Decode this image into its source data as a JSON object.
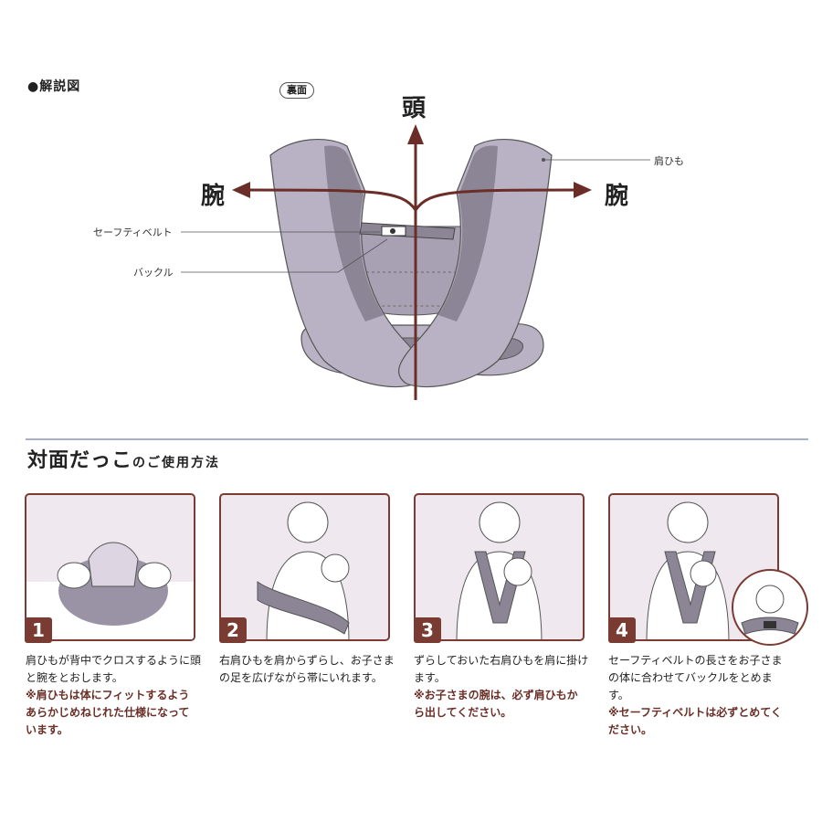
{
  "header": {
    "section_label": "●解説図",
    "side_badge": "裏面"
  },
  "diagram": {
    "head_label": "頭",
    "arm_left_label": "腕",
    "arm_right_label": "腕",
    "shoulder_strap_label": "肩ひも",
    "safety_belt_label": "セーフティベルト",
    "buckle_label": "バックル",
    "colors": {
      "strap_fill": "#b9b2c4",
      "strap_dark": "#8c8595",
      "arrow": "#6b2d27"
    }
  },
  "instructions": {
    "title": "対面だっこ",
    "subtitle": "のご使用方法",
    "steps": [
      {
        "num": "1",
        "text": "肩ひもが背中でクロスするように頭と腕をとおします。",
        "note": "※肩ひもは体にフィットするようあらかじめねじれた仕様になっています。"
      },
      {
        "num": "2",
        "text": "右肩ひもを肩からずらし、お子さまの足を広げながら帯にいれます。",
        "note": ""
      },
      {
        "num": "3",
        "text": "ずらしておいた右肩ひもを肩に掛けます。",
        "note": "※お子さまの腕は、必ず肩ひもから出してください。"
      },
      {
        "num": "4",
        "text": "セーフティベルトの長さをお子さまの体に合わせてバックルをとめます。",
        "note": "※セーフティベルトは必ずとめてください。"
      }
    ]
  }
}
